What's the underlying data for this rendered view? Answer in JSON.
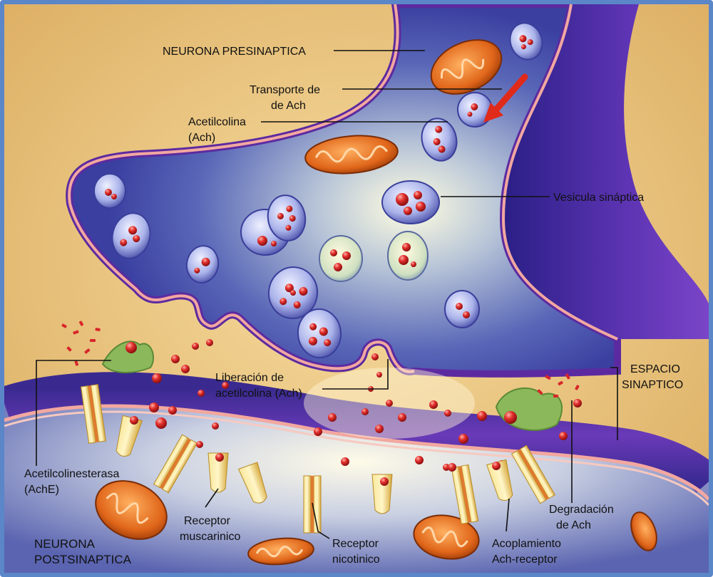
{
  "labels": {
    "presynaptic_neuron": "NEURONA PRESINAPTICA",
    "ach_transport": [
      "Transporte de",
      "de Ach"
    ],
    "acetylcholine": [
      "Acetilcolina",
      "(Ach)"
    ],
    "synaptic_vesicle": "Vesicula sináptica",
    "ach_release": [
      "Liberación de",
      "acetilcolina (Ach)"
    ],
    "synaptic_cleft": [
      "ESPACIO",
      "SINAPTICO"
    ],
    "acetylcholinesterase": [
      "Acetilcolinesterasa",
      "(AchE)"
    ],
    "ach_degradation": [
      "Degradación",
      "de Ach"
    ],
    "muscarinic_receptor": [
      "Receptor",
      "muscarinico"
    ],
    "nicotinic_receptor": [
      "Receptor",
      "nicotinico"
    ],
    "ach_receptor_coupling": [
      "Acoplamiento",
      "Ach-receptor"
    ],
    "postsynaptic_neuron": [
      "NEURONA",
      "POSTSINAPTICA"
    ]
  },
  "colors": {
    "frame": "#5b86c8",
    "background": "#e9c178",
    "cytoplasm_pre": "#3a3fa8",
    "membrane_edge": "#5c2aa0",
    "membrane_stripe": "#f2a8a0",
    "vesicle": "#a8b4ea",
    "neurotransmitter": "#d8262a",
    "mitochondria": "#e06a18",
    "receptor": "#f4d86a",
    "enzyme": "#8ab85a",
    "arrow": "#e02a1a"
  }
}
